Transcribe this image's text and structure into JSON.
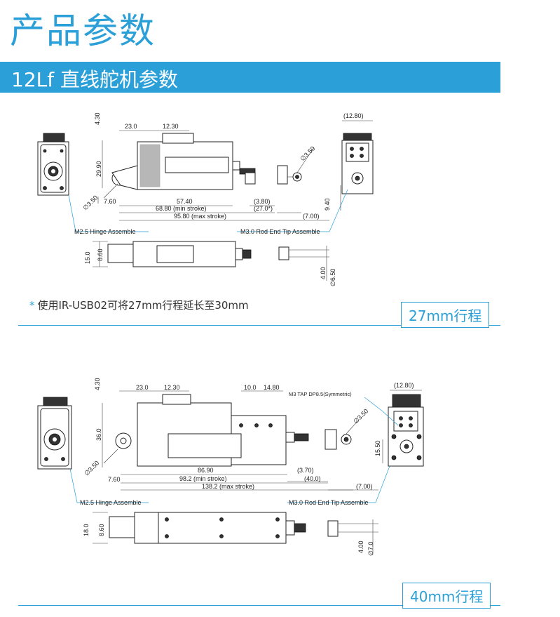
{
  "header": {
    "title": "产品参数",
    "banner": "12Lf 直线舵机参数"
  },
  "section1": {
    "note": "使用IR-USB02可将27mm行程延长至30mm",
    "tag": "27mm行程",
    "dims": {
      "d430": "4.30",
      "d230": "23.0",
      "d1230": "12.30",
      "d1280": "(12.80)",
      "d2990": "29.90",
      "d350a": "∅3.50",
      "d350b": "∅3.50",
      "d760": "7.60",
      "d5740": "57.40",
      "d380": "(3.80)",
      "d6880": "68.80 (min stroke)",
      "d270": "(27.0*)",
      "d9580": "95.80 (max stroke)",
      "d700": "(7.00)",
      "d940": "9.40",
      "hinge": "M2.5 Hinge Assemble",
      "rod": "M3.0 Rod End Tip Assemble",
      "d150": "15.0",
      "d860": "8.60",
      "d400": "4.00",
      "d650": "∅6.50"
    }
  },
  "section2": {
    "tag": "40mm行程",
    "dims": {
      "d430": "4.30",
      "d230": "23.0",
      "d1230": "12.30",
      "d100": "10.0",
      "d1480": "14.80",
      "tap": "M3 TAP DP8.5(Symmetric)",
      "d1280": "(12.80)",
      "d360": "36.0",
      "d350a": "∅3.50",
      "d350b": "∅3.50",
      "d1550": "15.50",
      "d760": "7.60",
      "d8690": "86.90",
      "d370": "(3.70)",
      "d982": "98.2 (min stroke)",
      "d400p": "(40.0)",
      "d1382": "138.2 (max stroke)",
      "d700": "(7.00)",
      "hinge": "M2.5 Hinge Assemble",
      "rod": "M3.0 Rod End Tip Assemble",
      "d180": "18.0",
      "d860": "8.60",
      "d400": "4.00",
      "d70": "∅7.0"
    }
  },
  "colors": {
    "accent": "#2a9fd8",
    "line": "#444444",
    "body": "#333333"
  }
}
